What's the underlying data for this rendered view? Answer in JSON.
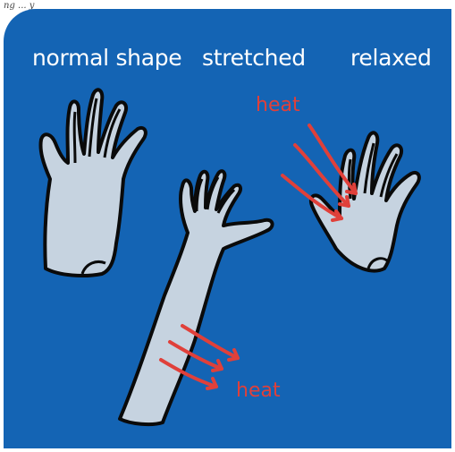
{
  "caption": "ng ... y",
  "labels": {
    "normal": "normal shape",
    "stretched": "stretched",
    "relaxed": "relaxed"
  },
  "heat_labels": {
    "top": "heat",
    "bottom": "heat"
  },
  "colors": {
    "background": "#1464b4",
    "glove": "#c6d3e0",
    "outline": "#0a0a0a",
    "heat": "#e0403a",
    "label": "#ffffff"
  }
}
